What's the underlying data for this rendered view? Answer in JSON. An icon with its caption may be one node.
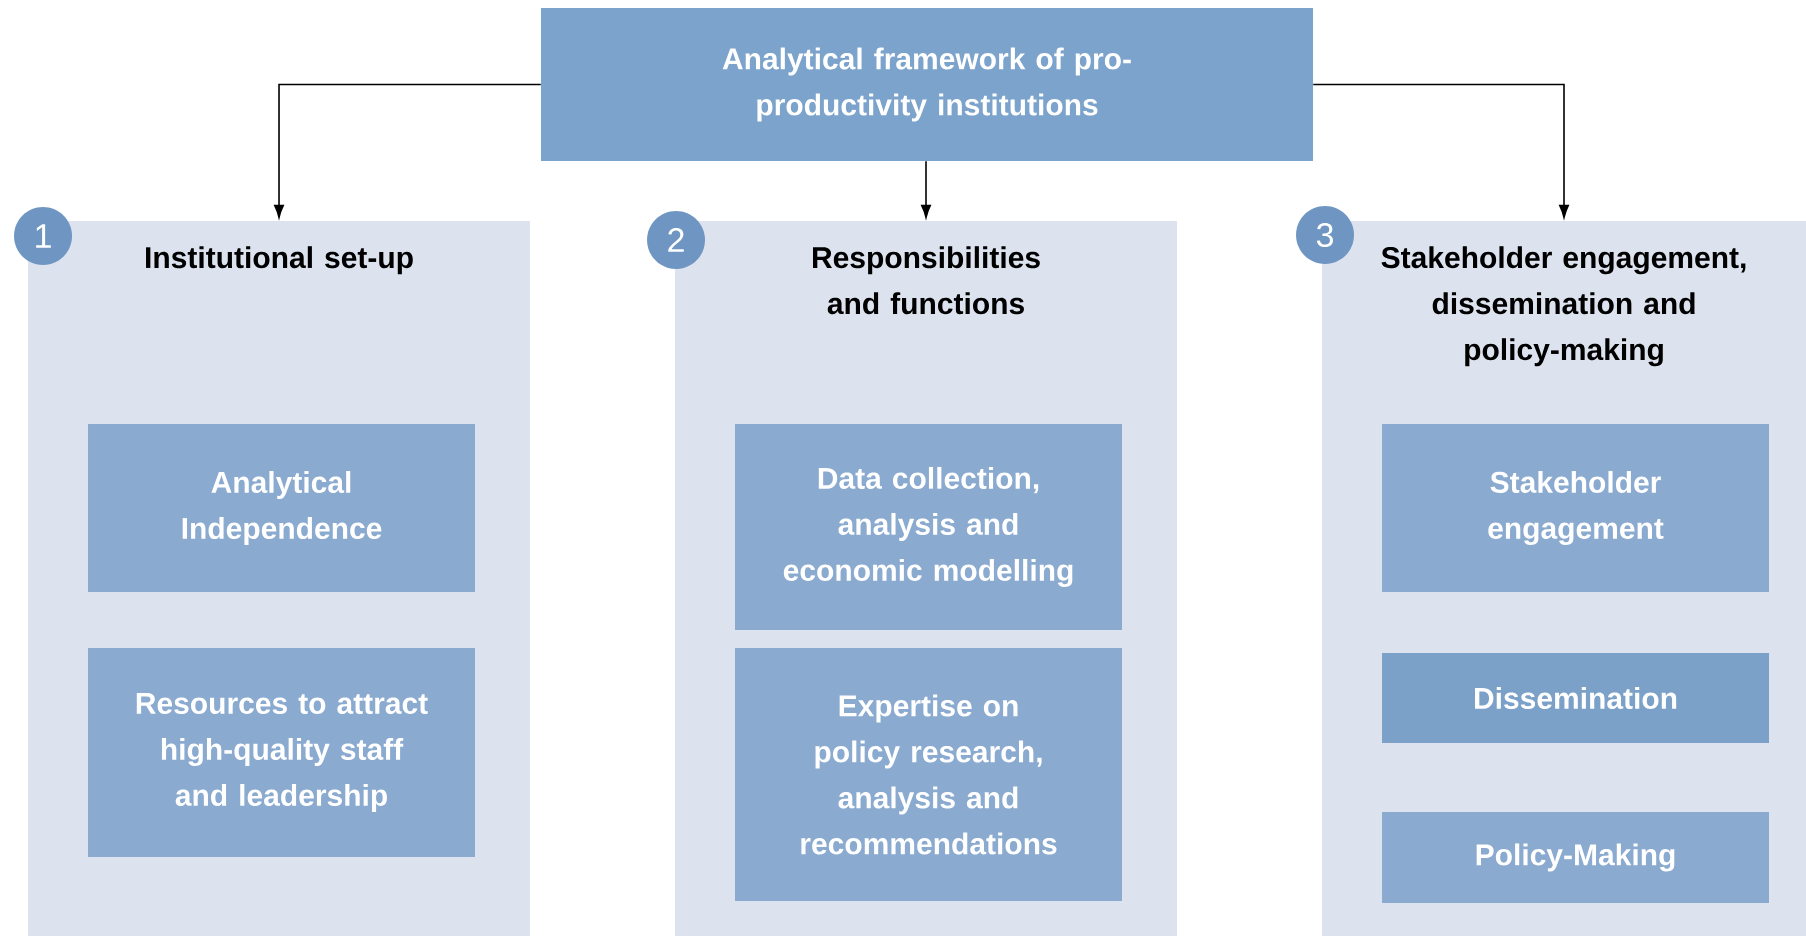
{
  "diagram": {
    "nodes": [
      {
        "text": [
          "Analytical framework of pro-productivity institutions"
        ]
      },
      {
        "text": [
          "Institutional set-up"
        ]
      },
      {
        "text": [
          "1"
        ]
      },
      {
        "text": [
          "Analytical Independence"
        ],
        "in": 1
      },
      {
        "text": [
          "Resources to attract high-quality staff and leadership"
        ],
        "in": 1
      },
      {
        "text": [
          "Responsibilities and functions"
        ]
      },
      {
        "text": [
          "2"
        ]
      },
      {
        "text": [
          "Data collection, analysis and economic modelling"
        ],
        "in": 5
      },
      {
        "text": [
          "Expertise on policy research, analysis and recommendations"
        ],
        "in": 5
      },
      {
        "text": [
          "Stakeholder engagement, dissemination and policy-making"
        ]
      },
      {
        "text": [
          "3"
        ]
      },
      {
        "text": [
          "Stakeholder engagement"
        ],
        "in": 9
      },
      {
        "text": [
          "Dissemination"
        ],
        "in": 9
      },
      {
        "text": [
          "Policy-Making"
        ],
        "in": 9
      }
    ],
    "edges": [
      {
        "from": 0,
        "to": 1,
        "arrow": "to"
      },
      {
        "from": 0,
        "to": 5,
        "arrow": "to"
      },
      {
        "from": 0,
        "to": 9,
        "arrow": "to"
      }
    ]
  }
}
